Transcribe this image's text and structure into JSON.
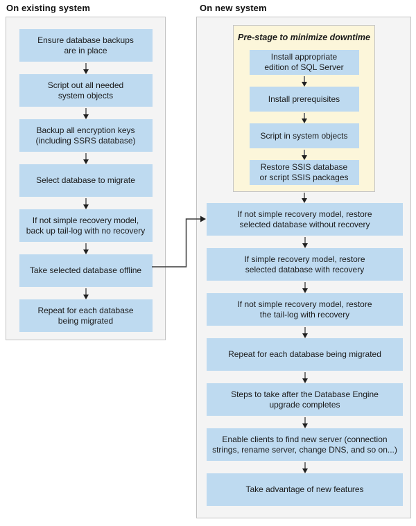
{
  "diagram": {
    "existing": {
      "heading": "On existing system",
      "steps": [
        {
          "label": "Ensure database backups\nare in place"
        },
        {
          "label": "Script out all needed\nsystem objects"
        },
        {
          "label": "Backup all encryption keys\n(including SSRS database)"
        },
        {
          "label": "Select database to migrate"
        },
        {
          "label": "If not simple recovery model,\nback up tail-log with no recovery"
        },
        {
          "label": "Take selected database offline"
        },
        {
          "label": "Repeat for each database\nbeing migrated"
        }
      ]
    },
    "new": {
      "heading": "On new system",
      "prestage": {
        "title": "Pre-stage to minimize downtime",
        "steps": [
          {
            "label": "Install appropriate\nedition of SQL Server"
          },
          {
            "label": "Install prerequisites"
          },
          {
            "label": "Script in system objects"
          },
          {
            "label": "Restore SSIS database\nor script SSIS packages"
          }
        ]
      },
      "steps": [
        {
          "label": "If not simple recovery model, restore\nselected database without recovery"
        },
        {
          "label": "If simple recovery model, restore\nselected database with recovery"
        },
        {
          "label": "If not simple recovery model, restore\nthe tail-log with recovery"
        },
        {
          "label": "Repeat for each database being migrated"
        },
        {
          "label": "Steps to take after the Database Engine\nupgrade completes"
        },
        {
          "label": "Enable clients to find new server (connection\nstrings, rename server, change DNS, and so on...)"
        },
        {
          "label": "Take advantage of new features"
        }
      ]
    },
    "colors": {
      "step_fill": "#bedaf0",
      "prestage_fill": "#fcf6da",
      "panel_fill": "#f4f4f4",
      "panel_border": "#c2c2c2",
      "arrow_line": "#7a7a7a",
      "arrow_head": "#1f1f1f"
    }
  }
}
